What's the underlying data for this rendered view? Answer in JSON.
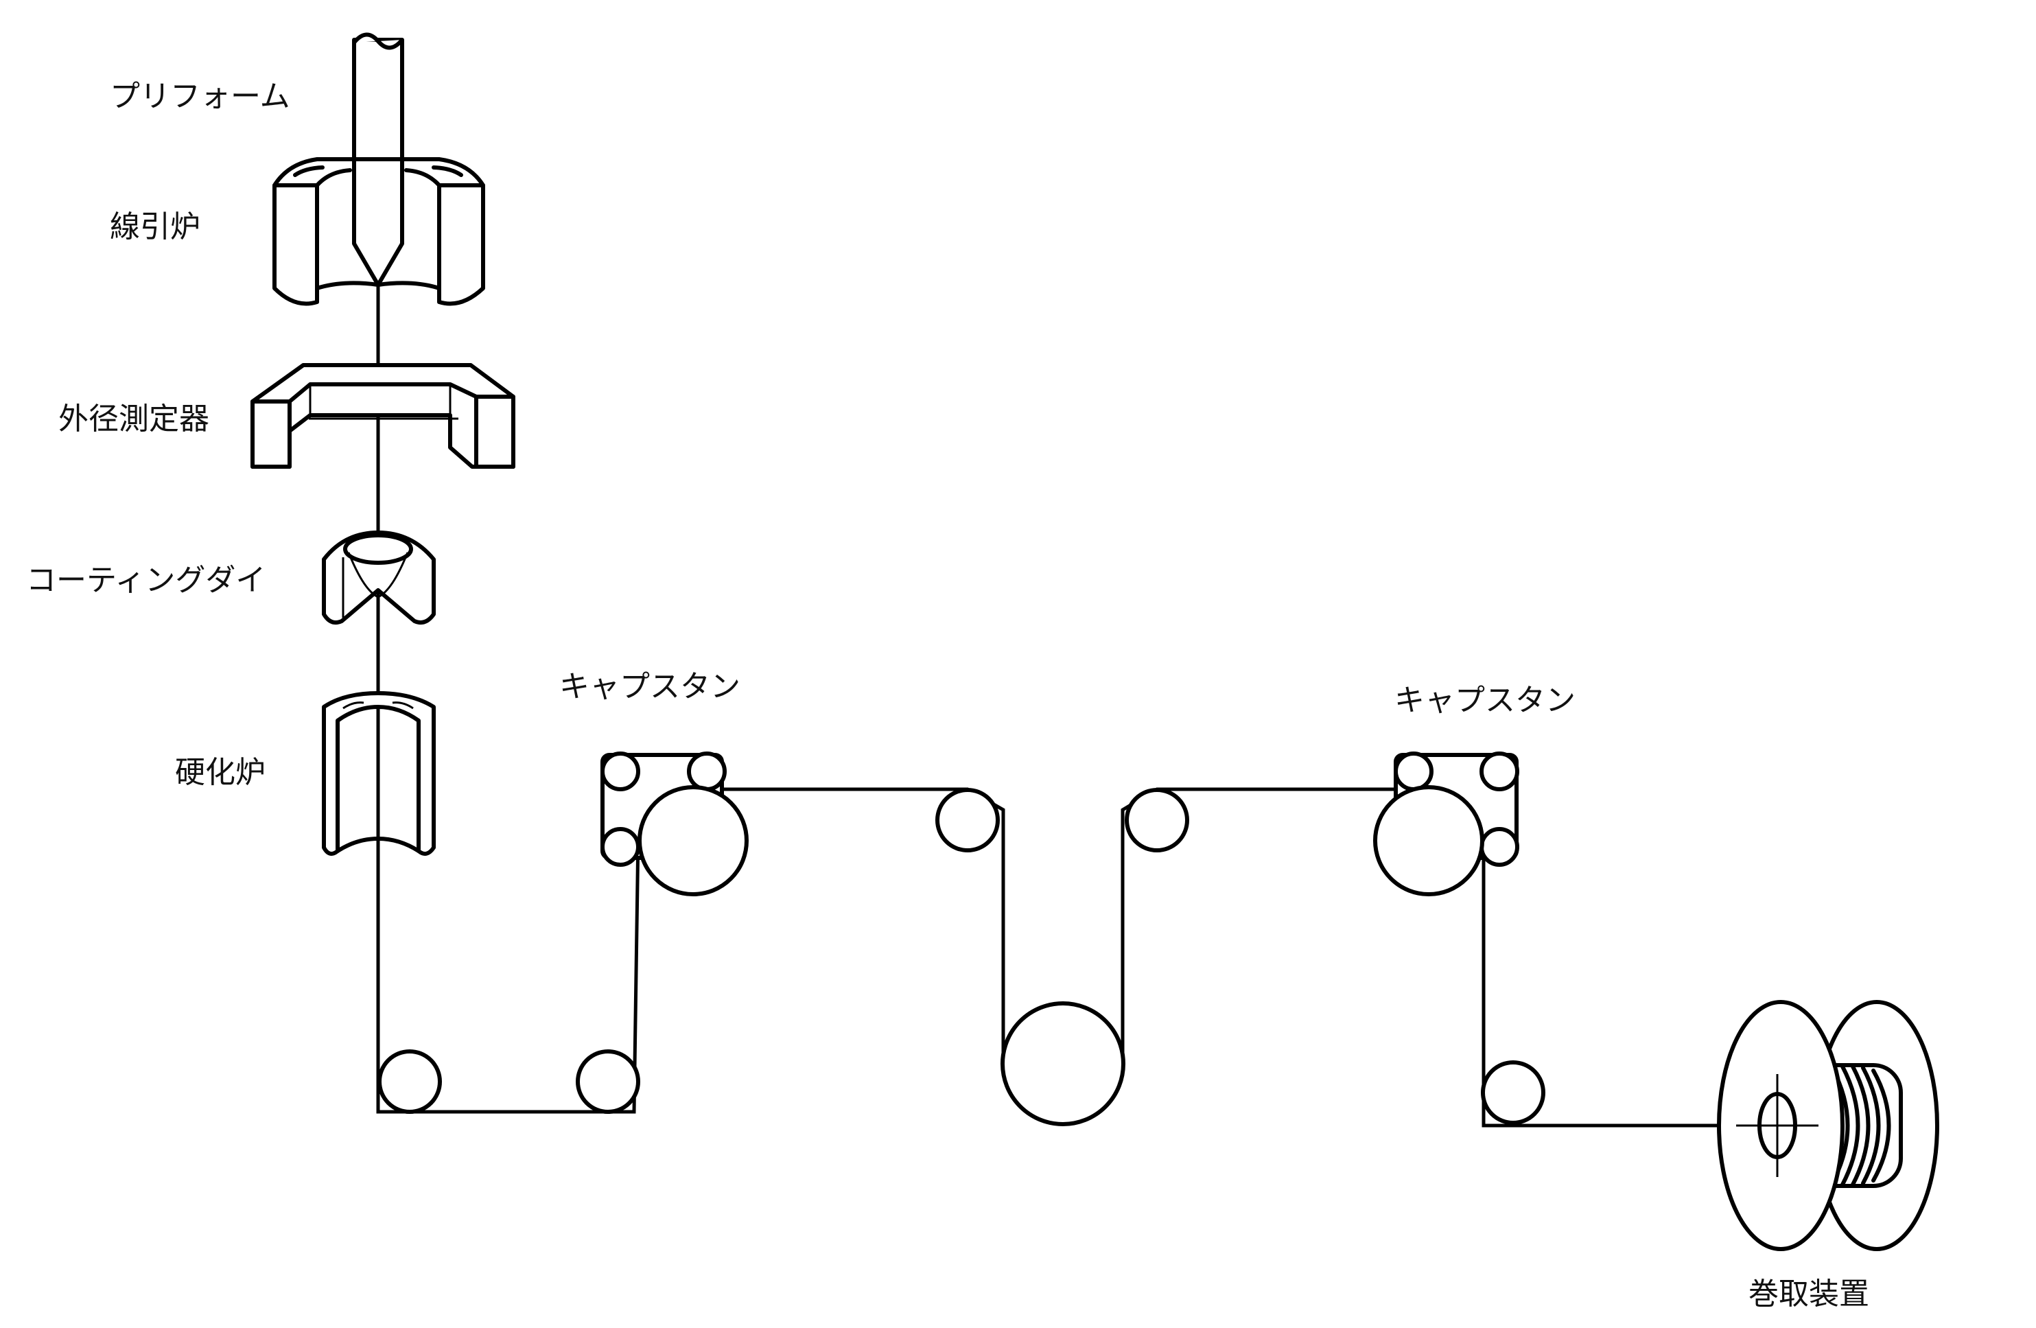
{
  "labels": {
    "preform": "プリフォーム",
    "draw_furnace": "線引炉",
    "diameter_gauge": "外径測定器",
    "coating_die": "コーティングダイ",
    "curing_furnace": "硬化炉",
    "capstan_1": "キャプスタン",
    "capstan_2": "キャプスタン",
    "winder": "巻取装置"
  },
  "colors": {
    "line": "#000000",
    "background": "#ffffff",
    "text": "#111111"
  }
}
